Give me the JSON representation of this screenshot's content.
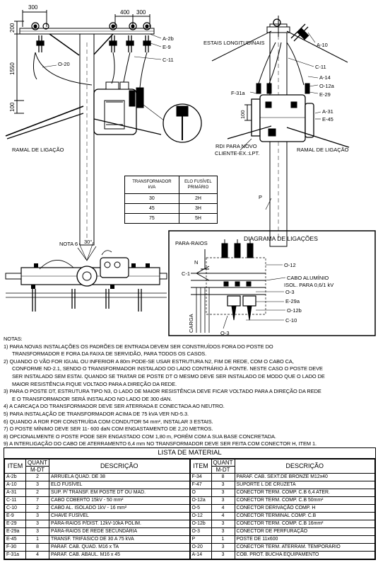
{
  "dims": {
    "top_300": "300",
    "top_400": "400",
    "top_300b": "300",
    "left_200": "200",
    "left_1550": "1550",
    "left_100": "100",
    "right_100": "100"
  },
  "labels": {
    "a2b": "A-2b",
    "e9": "E-9",
    "c11_left": "C-11",
    "o20": "O-20",
    "ramal_left": "RAMAL DE LIGAÇÃO",
    "estais": "ESTAIS LONGITUDINAIS",
    "a10": "A-10",
    "c11_right": "C-11",
    "a14": "A-14",
    "o12a": "O-12a",
    "e29": "E-29",
    "f31a": "F-31a",
    "a31": "A-31",
    "e45": "E-45",
    "rdi_line1": "RDI PARA NOVO",
    "rdi_line2": "CLIENTE-EX.:LPT.",
    "ramal_right": "RAMAL DE LIGAÇÃO",
    "p": "P",
    "nota6": "NOTA 6",
    "angle30": "30°"
  },
  "fuse_table": {
    "h1a": "TRANSFORMADOR",
    "h1b": "kVA",
    "h2a": "ELO FUSÍVEL",
    "h2b": "PRIMÁRIO",
    "rows": [
      [
        "30",
        "2H"
      ],
      [
        "45",
        "3H"
      ],
      [
        "75",
        "5H"
      ]
    ]
  },
  "diagram": {
    "title": "DIAGRAMA DE LIGAÇÕES",
    "pararaios": "PARA-RAIOS",
    "n": "N",
    "c1": "C-1",
    "o12": "O-12",
    "cabo1": "CABO ALUMÍNIO",
    "cabo2": "ISOL. PARA 0,6/1 kV",
    "o3a": "O-3",
    "e29a": "E-29a",
    "o12b": "O-12b",
    "c10": "C-10",
    "carga": "CARGA",
    "o3b": "O-3"
  },
  "notes": [
    "NOTAS:",
    "1) PARA NOVAS INSTALAÇÕES OS PADRÕES DE ENTRADA DEVEM SER CONSTRUÍDOS FORA DO POSTE DO",
    "TRANSFORMADOR E FORA DA FAIXA DE SERVIDÃO, PARA TODOS OS CASOS.",
    "2) QUANDO O VÃO FOR IGUAL OU INFERIOR A 80m PODE-SE USAR ESTRUTURA N2, FIM DE REDE, COM O CABO CA,",
    "CONFORME ND-2.1, SENDO O TRANSFORMADOR INSTALADO DO LADO CONTRÁRIO À FONTE. NESTE CASO O POSTE DEVE",
    "SER INSTALADO SEM ESTAI. QUANDO SE TRATAR DE POSTE DT O MESMO DEVE SER INSTALADO DE MODO QUE O LADO DE",
    "MAIOR RESISTÊNCIA FIQUE VOLTADO PARA A DIREÇÃO DA REDE.",
    "3) PARA O POSTE DT, ESTRUTURA TIPO N3, O LADO DE MAIOR RESISTÊNCIA DEVE FICAR VOLTADO PARA A DIREÇÃO DA REDE",
    "E O TRANSFORMADOR SERÁ INSTALADO NO LADO DE 300 dAN.",
    "4) A CARCAÇA DO TRANSFORMADOR DEVE SER ATERRADA E CONECTADA AO NEUTRO.",
    "5) PARA INSTALAÇÃO DE TRANSFORMADOR ACIMA DE 75 kVA VER ND-5.3.",
    "6) QUANDO A RDR FOR CONSTRUÍDA COM CONDUTOR 54 mm², INSTALAR 3 ESTAIS.",
    "7) O POSTE MÍNIMO DEVE SER 11- 600 daN COM ENGASTAMENTO DE 2,20 METROS.",
    "8) OPCIONALMENTE O POSTE PODE SER ENGASTADO COM 1,80 m, PORÉM COM A SUA BASE CONCRETADA.",
    "9) A INTERLIGAÇÃO DO CABO DE ATERRAMENTO 6,4 mm NO TRANSFORMADOR DEVE SER FEITA COM CONECTOR H, ITEM 1."
  ],
  "material": {
    "title": "LISTA DE MATERIAL",
    "h_item": "ITEM",
    "h_quant1": "QUANT",
    "h_quant2": "M-DT",
    "h_desc": "DESCRIÇÃO",
    "left": [
      [
        "A-2b",
        "2",
        "ARRUELA QUAD. DE 38"
      ],
      [
        "A-10",
        "3",
        "ELO FUSÍVEL"
      ],
      [
        "A-31",
        "2",
        "SUP. P/ TRANSF. EM POSTE DT OU MAD."
      ],
      [
        "C-11",
        "7",
        "CABO COBERTO 15kV - 50 mm²"
      ],
      [
        "C-10",
        "2",
        "CABO AL. ISOLADO 1kV - 16 mm²"
      ],
      [
        "E-9",
        "3",
        "CHAVE FUSÍVEL"
      ],
      [
        "E-29",
        "3",
        "PÁRA-RAIOS P/DIST. 12kV-10kA POLIM."
      ],
      [
        "E-29a",
        "3",
        "PÁRA-RAIOS DE REDE SECUNDÁRIA"
      ],
      [
        "E-45",
        "1",
        "TRANSF. TRIFÁSICO DE 30 A 75 kVA"
      ],
      [
        "F-30",
        "8",
        "PARAF. CAB. QUAD. M16 x TA"
      ],
      [
        "F-31a",
        "4",
        "PARAF. CAB. ABAUL. M16 x 45"
      ]
    ],
    "right": [
      [
        "F-34",
        "8",
        "PARAF. CAB. SEXT.DE BRONZE M12x40"
      ],
      [
        "F-47",
        "3",
        "SUPORTE L DE CRUZETA"
      ],
      [
        "O",
        "3",
        "CONECTOR TERM. COMP. C.B 6,4 ATER."
      ],
      [
        "O-12a",
        "3",
        "CONECTOR TERM. COMP. C.B 50mm²"
      ],
      [
        "O-5",
        "4",
        "CONECTOR DERIVAÇÃO COMP. H"
      ],
      [
        "O-12",
        "4",
        "CONECTOR TERMINAL COMP. C.B"
      ],
      [
        "O-12b",
        "3",
        "CONECTOR TERM. COMP. C.B 16mm²"
      ],
      [
        "O-3",
        "3",
        "CONECTOR DE PERFURAÇÃO"
      ],
      [
        "P",
        "1",
        "POSTE DE 11x600"
      ],
      [
        "O-20",
        "3",
        "CONECTOR TERM. ATERRAM. TEMPORÁRIO"
      ],
      [
        "A-14",
        "3",
        "COB. PROT. BUCHA EQUIPAMENTO"
      ]
    ]
  }
}
